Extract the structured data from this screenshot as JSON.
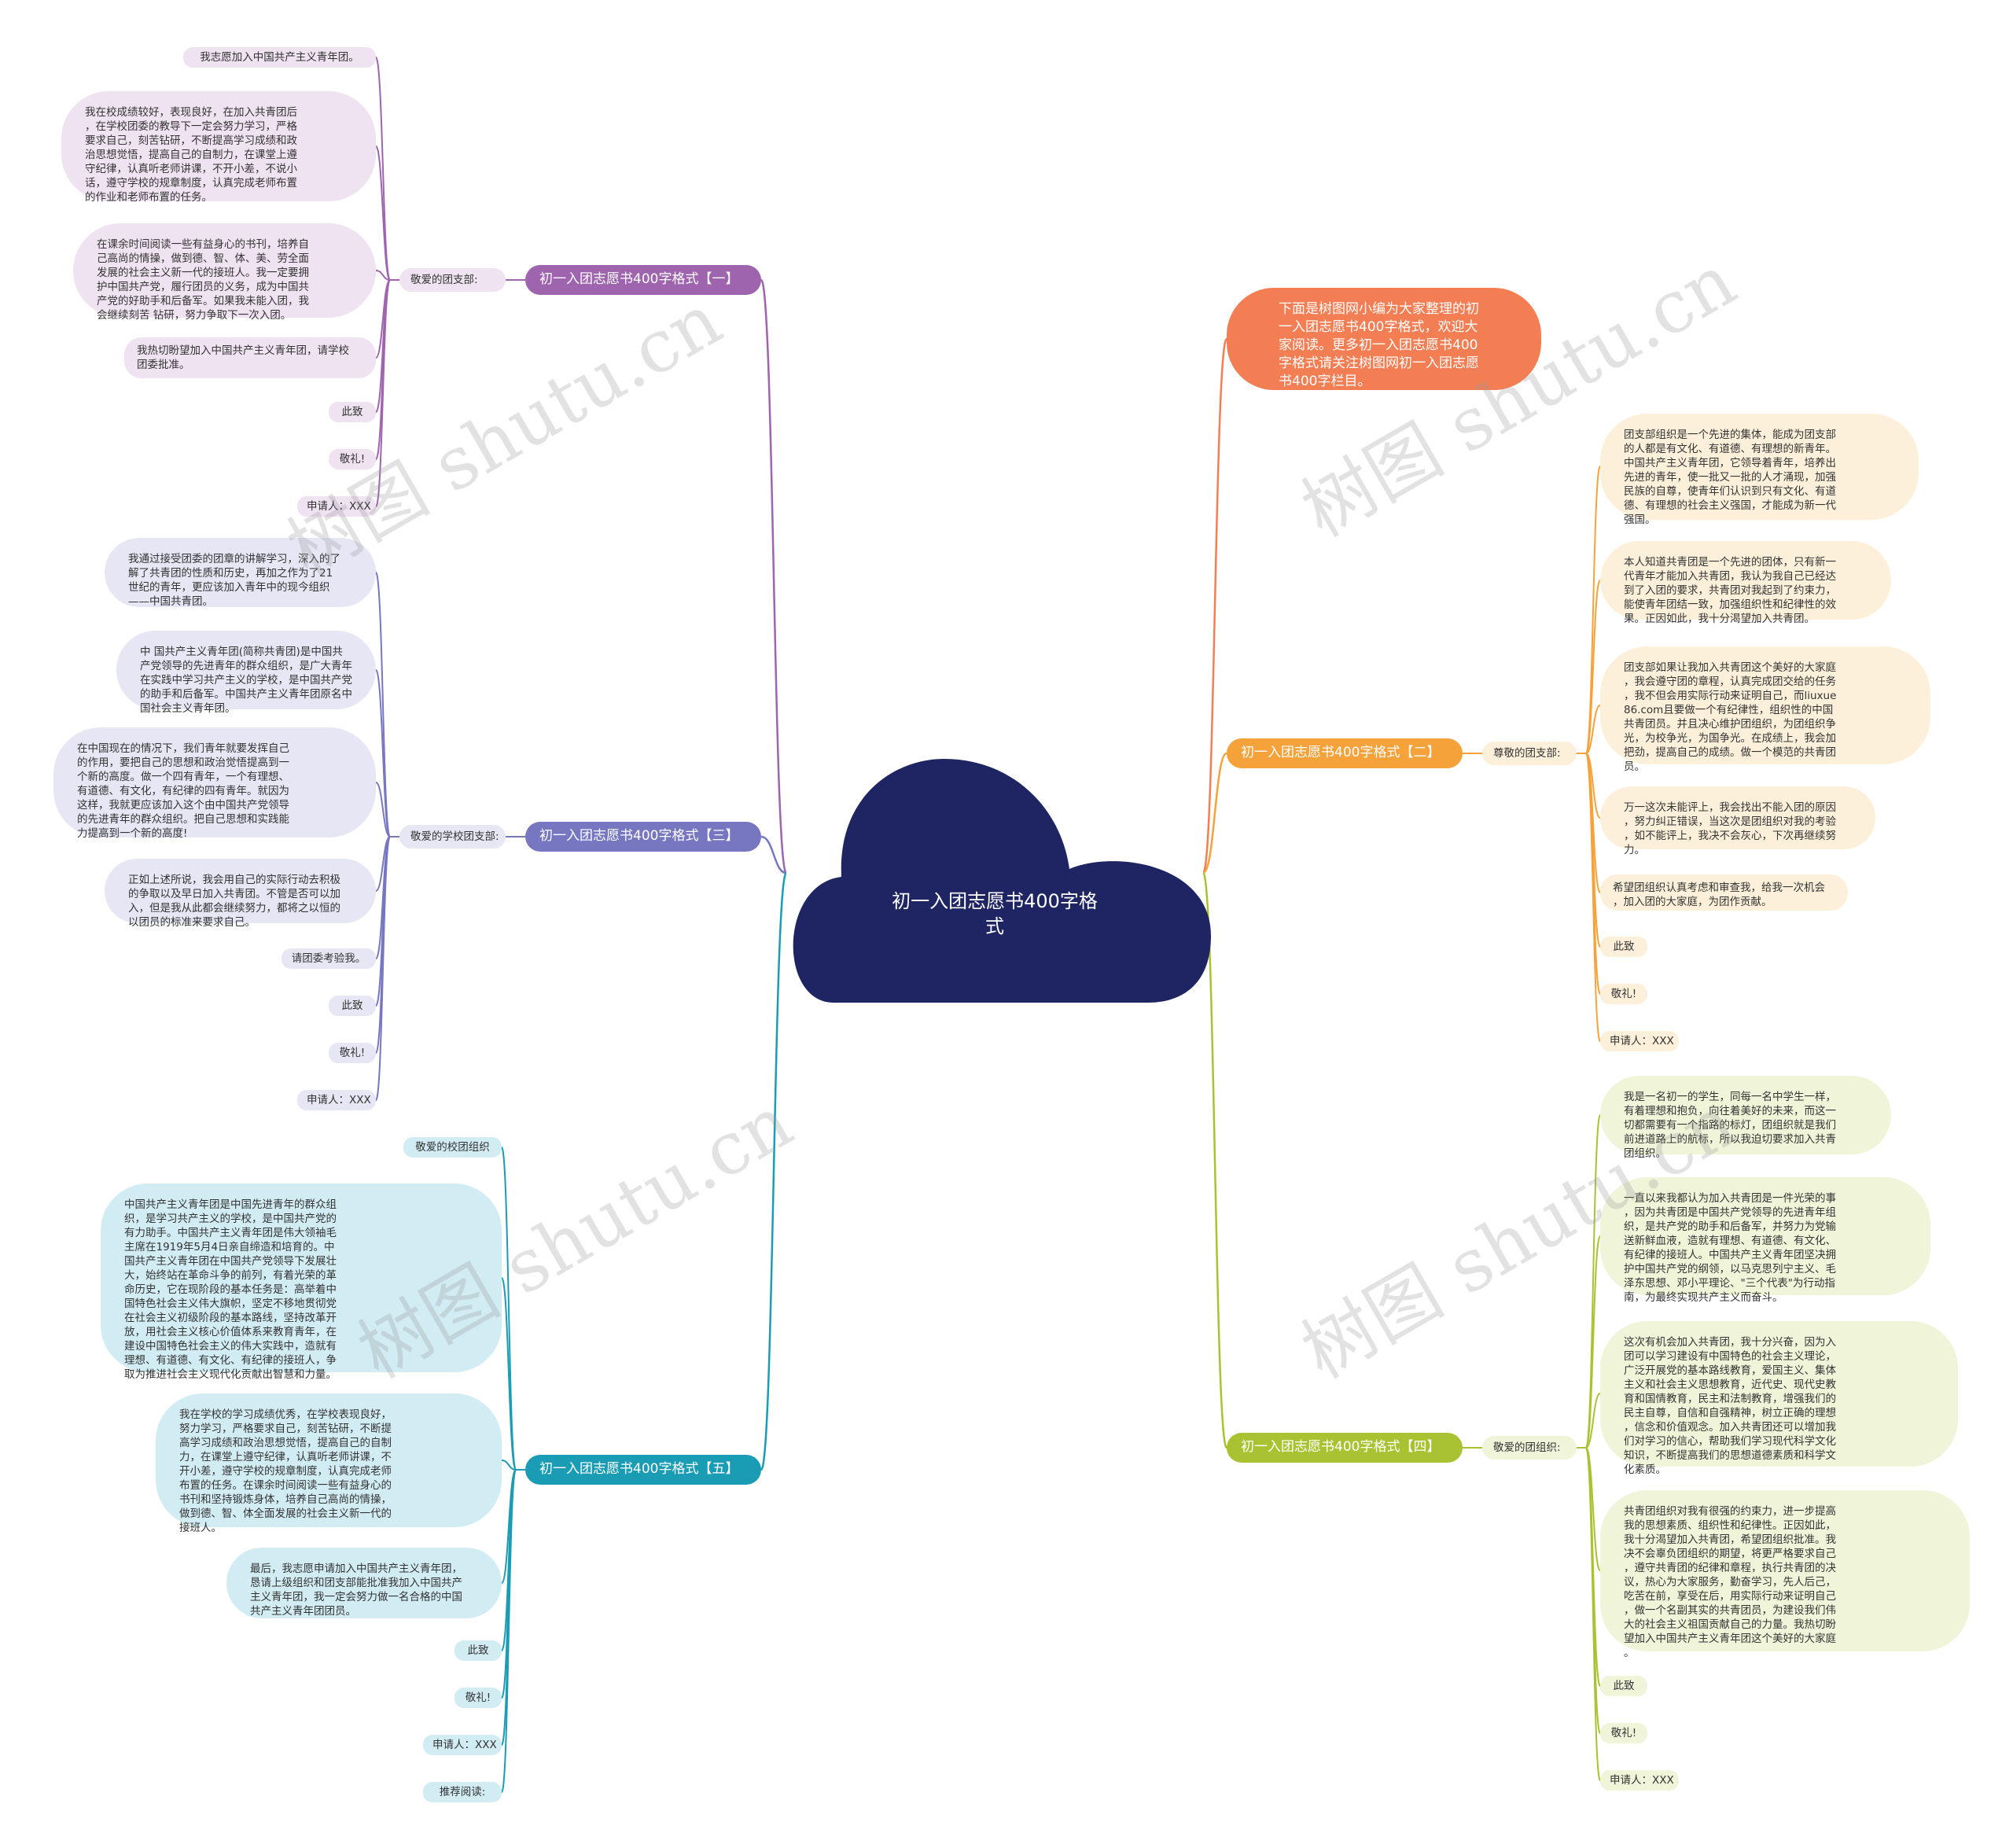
{
  "colors": {
    "center": "#1f2563",
    "b1": "#9e64ae",
    "b1_leaf": "#efe2f1",
    "b2": "#f6a23a",
    "b2_leaf": "#fdf0da",
    "b3": "#7677c0",
    "b3_leaf": "#e6e6f4",
    "b4": "#a9c232",
    "b4_leaf": "#f0f4d8",
    "b5": "#1a9cb4",
    "b5_leaf": "#d2ecf3",
    "intro": "#f47e54"
  },
  "center": {
    "title": "初一入团志愿书400字格\n式"
  },
  "intro": {
    "text": "下面是树图网小编为大家整理的初\n一入团志愿书400字格式，欢迎大\n家阅读。更多初一入团志愿书400\n字格式请关注树图网初一入团志愿\n书400字栏目。"
  },
  "b1": {
    "label": "初一入团志愿书400字格式【一】",
    "salutation": "敬爱的团支部:",
    "leaves": [
      "我志愿加入中国共产主义青年团。",
      "我在校成绩较好，表现良好，在加入共青团后\n，在学校团委的教导下一定会努力学习，严格\n要求自己，刻苦钻研，不断提高学习成绩和政\n治思想觉悟，提高自己的自制力，在课堂上遵\n守纪律，认真听老师讲课，不开小差，不说小\n话，遵守学校的规章制度，认真完成老师布置\n的作业和老师布置的任务。",
      "在课余时间阅读一些有益身心的书刊，培养自\n己高尚的情操，做到德、智、体、美、劳全面\n发展的社会主义新一代的接班人。我一定要拥\n护中国共产党，履行团员的义务，成为中国共\n产党的好助手和后备军。如果我未能入团，我\n会继续刻苦  钻研，努力争取下一次入团。",
      "我热切盼望加入中国共产主义青年团，请学校\n团委批准。",
      "此致",
      "敬礼!",
      "申请人：XXX"
    ]
  },
  "b2": {
    "label": "初一入团志愿书400字格式【二】",
    "salutation": "尊敬的团支部:",
    "leaves": [
      "团支部组织是一个先进的集体，能成为团支部\n的人都是有文化、有道德、有理想的新青年。\n中国共产主义青年团，它领导着青年，培养出\n先进的青年，使一批又一批的人才涌现，加强\n民族的自尊，使青年们认识到只有文化、有道\n德、有理想的社会主义强国，才能成为新一代\n强国。",
      "本人知道共青团是一个先进的团体，只有新一\n代青年才能加入共青团，我认为我自己已经达\n到了入团的要求，共青团对我起到了约束力，\n能使青年团结一致，加强组织性和纪律性的效\n果。正因如此，我十分渴望加入共青团。",
      "团支部如果让我加入共青团这个美好的大家庭\n，我会遵守团的章程，认真完成团交给的任务\n，我不但会用实际行动来证明自己，而liuxue\n86.com且要做一个有纪律性，组织性的中国\n共青团员。并且决心维护团组织，为团组织争\n光，为校争光，为国争光。在成绩上，我会加\n把劲，提高自己的成绩。做一个模范的共青团\n员。",
      "万一这次未能评上，我会找出不能入团的原因\n，努力纠正错误，当这次是团组织对我的考验\n，如不能评上，我决不会灰心，下次再继续努\n力。",
      "希望团组织认真考虑和审查我，给我一次机会\n，加入团的大家庭，为团作贡献。",
      "此致",
      "敬礼!",
      "申请人：XXX"
    ]
  },
  "b3": {
    "label": "初一入团志愿书400字格式【三】",
    "salutation": "敬爱的学校团支部:",
    "leaves": [
      "我通过接受团委的团章的讲解学习，深入的了\n解了共青团的性质和历史，再加之作为了21\n世纪的青年，更应该加入青年中的现今组织\n——中国共青团。",
      "中  国共产主义青年团(简称共青团)是中国共\n产党领导的先进青年的群众组织，是广大青年\n在实践中学习共产主义的学校，是中国共产党\n的助手和后备军。中国共产主义青年团原名中\n国社会主义青年团。",
      "在中国现在的情况下，我们青年就要发挥自己\n的作用，要把自己的思想和政治觉悟提高到一\n个新的高度。做一个四有青年，一个有理想、\n有道德、有文化，有纪律的四有青年。就因为\n这样，我就更应该加入这个由中国共产党领导\n的先进青年的群众组织。把自己思想和实践能\n力提高到一个新的高度!",
      "正如上述所说，我会用自己的实际行动去积极\n的争取以及早日加入共青团。不管是否可以加\n入，但是我从此都会继续努力，都将之以恒的\n以团员的标准来要求自己。",
      "请团委考验我。",
      "此致",
      "敬礼!",
      "申请人：XXX"
    ]
  },
  "b4": {
    "label": "初一入团志愿书400字格式【四】",
    "salutation": "敬爱的团组织:",
    "leaves": [
      "我是一名初一的学生，同每一名中学生一样，\n有着理想和抱负，向往着美好的未来，而这一\n切都需要有一个指路的标灯，团组织就是我们\n前进道路上的航标，所以我迫切要求加入共青\n团组织。",
      "一直以来我都认为加入共青团是一件光荣的事\n，因为共青团是中国共产党领导的先进青年组\n织，是共产党的助手和后备军，并努力为党输\n送新鲜血液，造就有理想、有道德、有文化、\n有纪律的接班人。中国共产主义青年团坚决拥\n护中国共产党的纲领，以马克思列宁主义、毛\n泽东思想、邓小平理论、\"三个代表\"为行动指\n南，为最终实现共产主义而奋斗。",
      "这次有机会加入共青团，我十分兴奋，因为入\n团可以学习建设有中国特色的社会主义理论，\n广泛开展党的基本路线教育，爱国主义、集体\n主义和社会主义思想教育，近代史、现代史教\n育和国情教育，民主和法制教育，增强我们的\n民主自尊，自信和自强精神，树立正确的理想\n，信念和价值观念。加入共青团还可以增加我\n们对学习的信心，帮助我们学习现代科学文化\n知识，不断提高我们的思想道德素质和科学文\n化素质。",
      "共青团组织对我有很强的约束力，进一步提高\n我的思想素质、组织性和纪律性。正因如此，\n我十分渴望加入共青团，希望团组织批准。我\n决不会辜负团组织的期望，将更严格要求自己\n，遵守共青团的纪律和章程，执行共青团的决\n议，热心为大家服务，勤奋学习，先人后己，\n吃苦在前，享受在后，用实际行动来证明自己\n，做一个名副其实的共青团员，为建设我们伟\n大的社会主义祖国贡献自己的力量。我热切盼\n望加入中国共产主义青年团这个美好的大家庭\n。",
      "此致",
      "敬礼!",
      "申请人：XXX"
    ]
  },
  "b5": {
    "label": "初一入团志愿书400字格式【五】",
    "leaves": [
      "敬爱的校团组织",
      "中国共产主义青年团是中国先进青年的群众组\n织，是学习共产主义的学校，是中国共产党的\n有力助手。中国共产主义青年团是伟大领袖毛\n主席在1919年5月4日亲自缔造和培育的。中\n国共产主义青年团在中国共产党领导下发展壮\n大，始终站在革命斗争的前列，有着光荣的革\n命历史，它在现阶段的基本任务是：高举着中\n国特色社会主义伟大旗帜，坚定不移地贯彻党\n在社会主义初级阶段的基本路线，坚持改革开\n放，用社会主义核心价值体系来教育青年，在\n建设中国特色社会主义的伟大实践中，造就有\n理想、有道德、有文化、有纪律的接班人，争\n取为推进社会主义现代化贡献出智慧和力量。",
      "我在学校的学习成绩优秀，在学校表现良好，\n努力学习，严格要求自己，刻苦钻研，不断提\n高学习成绩和政治思想觉悟，提高自己的自制\n力，在课堂上遵守纪律，认真听老师讲课，不\n开小差，遵守学校的规章制度，认真完成老师\n布置的任务。在课余时间阅读一些有益身心的\n书刊和坚持锻炼身体，培养自己高尚的情操，\n做到德、智、体全面发展的社会主义新一代的\n接班人。",
      "最后，我志愿申请加入中国共产主义青年团，\n恳请上级组织和团支部能批准我加入中国共产\n主义青年团，我一定会努力做一名合格的中国\n共产主义青年团团员。",
      "此致",
      "敬礼!",
      "申请人：XXX",
      "推荐阅读:"
    ]
  },
  "watermark": "树图 shutu.cn"
}
